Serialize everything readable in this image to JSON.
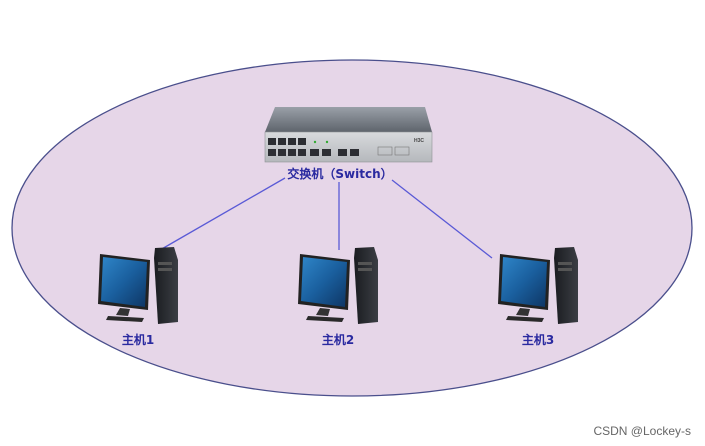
{
  "diagram": {
    "switch_label": "交换机（Switch）",
    "switch_brand": "H3C",
    "hosts": [
      {
        "label": "主机1"
      },
      {
        "label": "主机2"
      },
      {
        "label": "主机3"
      }
    ]
  },
  "watermark": "CSDN @Lockey-s",
  "colors": {
    "ellipse_fill": "#e6d6e8",
    "ellipse_stroke": "#4a4f8c",
    "link": "#5a5ad6",
    "label": "#2a2aa0"
  }
}
